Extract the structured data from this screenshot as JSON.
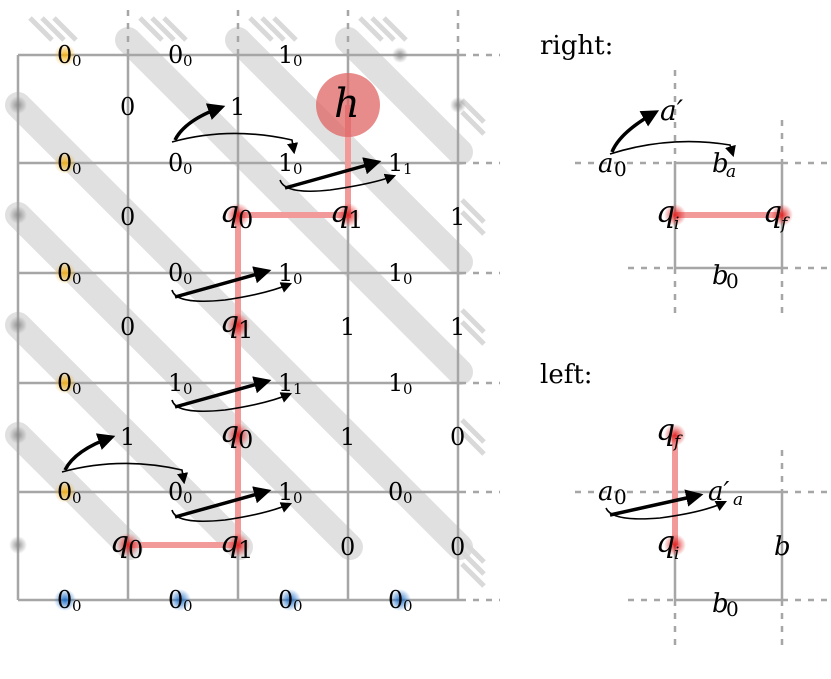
{
  "colors": {
    "grid": "#a6a6a6",
    "diagonal_band": "#d6d6d6",
    "path": "#f29a9a",
    "head_state": "#e06464",
    "blank_yellow": "#f5b31c",
    "blank_blue": "#1f6fc9"
  },
  "main_grid": {
    "left_column_blanks": [
      "0",
      "0",
      "0",
      "0",
      "0"
    ],
    "bottom_row_blanks": [
      "0",
      "0",
      "0",
      "0"
    ],
    "row_top": {
      "c1": "0",
      "c2": "1",
      "c2_sub": "0"
    },
    "row_1_offset": {
      "a": "0",
      "b": "1"
    },
    "row_2": {
      "a": "0",
      "a_sub": "0",
      "b": "1",
      "b_sub": "0",
      "c": "1",
      "c_sub": "1"
    },
    "row_3_offset": {
      "a": "0",
      "q0": "q",
      "q0_sub": "0",
      "q1": "q",
      "q1_sub": "1",
      "b": "1"
    },
    "row_4": {
      "a": "0",
      "a_sub": "0",
      "b": "1",
      "b_sub": "0",
      "c": "1",
      "c_sub": "0"
    },
    "row_5_offset": {
      "a": "0",
      "q": "q",
      "q_sub": "1",
      "b": "1",
      "c": "1"
    },
    "row_6": {
      "a": "1",
      "a_sub": "0",
      "b": "1",
      "b_sub": "1",
      "c": "1",
      "c_sub": "0"
    },
    "row_7_offset": {
      "a": "1",
      "q": "q",
      "q_sub": "0",
      "b": "1",
      "c": "0"
    },
    "row_8": {
      "a": "0",
      "a_sub": "0",
      "b": "1",
      "b_sub": "0",
      "c": "0",
      "c_sub": "0"
    },
    "row_9_offset": {
      "q0": "q",
      "q0_sub": "0",
      "q1": "q",
      "q1_sub": "1",
      "a": "0",
      "b": "0"
    },
    "head": "h"
  },
  "right_panel": {
    "title": "right:",
    "a_prime": "a′",
    "a0": "a",
    "a0_sub": "0",
    "ba": "b",
    "ba_sub": "a",
    "qi": "q",
    "qi_sub": "i",
    "qf": "q",
    "qf_sub": "f",
    "b0": "b",
    "b0_sub": "0"
  },
  "left_panel": {
    "title": "left:",
    "qf": "q",
    "qf_sub": "f",
    "a0": "a",
    "a0_sub": "0",
    "a_prime_a": "a′",
    "a_prime_a_sub": "a",
    "qi": "q",
    "qi_sub": "i",
    "b": "b",
    "b0": "b",
    "b0_sub": "0"
  }
}
